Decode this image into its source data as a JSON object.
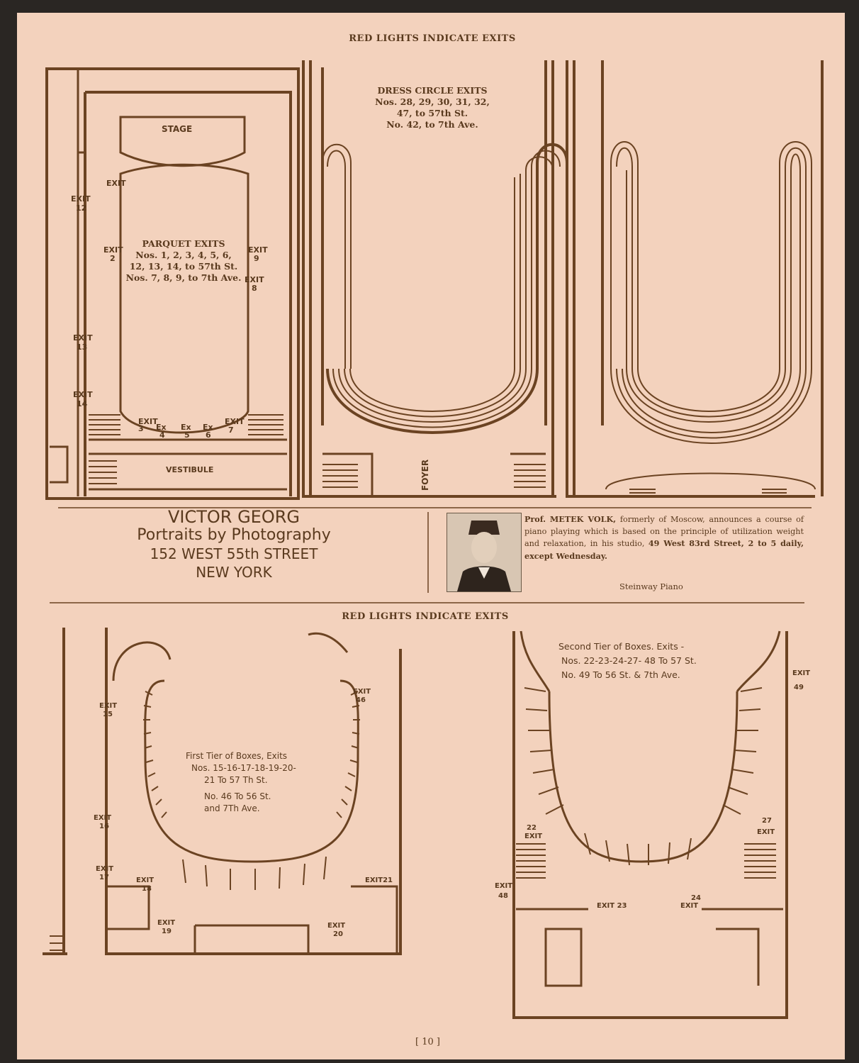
{
  "header_top": "RED LIGHTS INDICATE EXITS",
  "header_mid": "RED LIGHTS INDICATE EXITS",
  "parquet": {
    "stage": "STAGE",
    "vestibule": "VESTIBULE",
    "title": "PARQUET EXITS",
    "line1": "Nos. 1, 2, 3, 4, 5, 6,",
    "line2": "12, 13, 14, to 57th St.",
    "line3": "Nos. 7, 8, 9, to 7th Ave."
  },
  "dress_circle": {
    "title": "DRESS CIRCLE EXITS",
    "line1": "Nos. 28, 29, 30, 31, 32,",
    "line2": "47, to 57th St.",
    "line3": "No. 42, to 7th Ave.",
    "foyer": "FOYER"
  },
  "first_tier": {
    "line1": "First Tier of Boxes, Exits",
    "line2": "Nos. 15-16-17-18-19-20-",
    "line3": "21 To 57 Th St.",
    "line4": "No. 46 To 56 St.",
    "line5": "and 7Th Ave."
  },
  "second_tier": {
    "line1": "Second Tier of Boxes. Exits -",
    "line2": "Nos. 22-23-24-27- 48 To 57 St.",
    "line3": "No. 49 To 56 St. & 7th Ave."
  },
  "exit_word": "EXIT",
  "ad_left": {
    "name": "VICTOR GEORG",
    "sub": "Portraits by Photography",
    "address": "152 WEST 55th STREET",
    "city": "NEW YORK"
  },
  "ad_right": {
    "prefix": "Prof.",
    "name": "METEK VOLK,",
    "text1": "formerly of Moscow, announces a course of piano playing which is based on the principle of utilization weight and relaxation, in his studio,",
    "address": "49 West 83rd Street, 2 to 5 daily, except Wednesday.",
    "piano": "Steinway Piano"
  },
  "page_number": "[ 10 ]"
}
